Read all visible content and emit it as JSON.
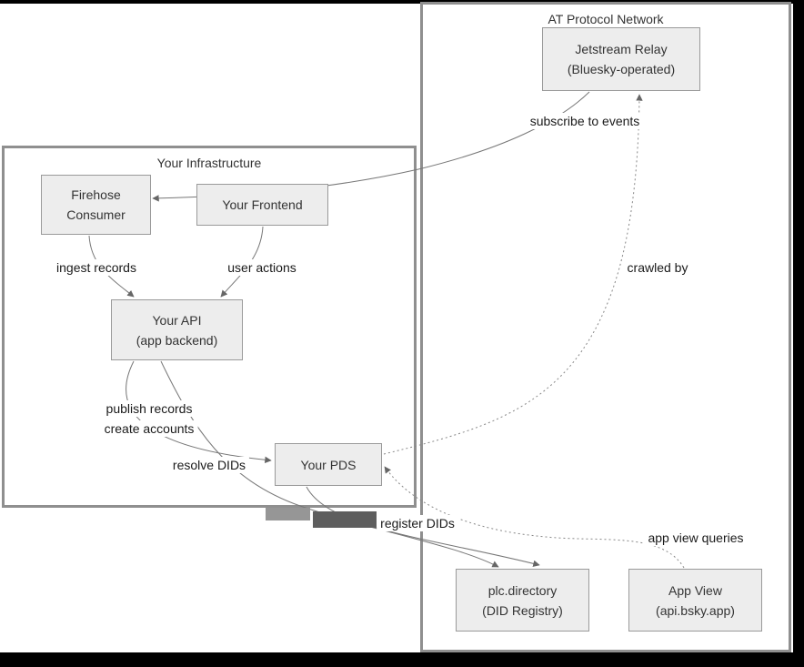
{
  "containers": {
    "at_network": {
      "title": "AT Protocol Network"
    },
    "your_infrastructure": {
      "title": "Your Infrastructure"
    }
  },
  "nodes": {
    "jetstream_relay": {
      "lines": [
        "Jetstream Relay",
        "(Bluesky-operated)"
      ]
    },
    "firehose_consumer": {
      "lines": [
        "Firehose",
        "Consumer"
      ]
    },
    "your_frontend": {
      "lines": [
        "Your Frontend"
      ]
    },
    "your_api": {
      "lines": [
        "Your API",
        "(app backend)"
      ]
    },
    "your_pds": {
      "lines": [
        "Your PDS"
      ]
    },
    "plc_directory": {
      "lines": [
        "plc.directory",
        "(DID Registry)"
      ]
    },
    "app_view": {
      "lines": [
        "App View",
        "(api.bsky.app)"
      ]
    }
  },
  "edges": [
    {
      "from": "jetstream_relay",
      "to": "firehose_consumer",
      "label": "subscribe to events",
      "style": "solid"
    },
    {
      "from": "your_pds",
      "to": "jetstream_relay",
      "label": "crawled by",
      "style": "dotted"
    },
    {
      "from": "firehose_consumer",
      "to": "your_api",
      "label": "ingest records",
      "style": "solid"
    },
    {
      "from": "your_frontend",
      "to": "your_api",
      "label": "user actions",
      "style": "solid"
    },
    {
      "from": "your_api",
      "to": "your_pds",
      "label": "publish records",
      "label2": "create accounts",
      "style": "solid"
    },
    {
      "from": "your_api",
      "to": "plc_directory",
      "label": "resolve DIDs",
      "style": "solid"
    },
    {
      "from": "your_pds",
      "to": "plc_directory",
      "label": "register DIDs",
      "style": "solid"
    },
    {
      "from": "app_view",
      "to": "your_pds",
      "label": "app view queries",
      "style": "dotted"
    }
  ],
  "colors": {
    "outer_background": "#000000",
    "canvas": "#ffffff",
    "container_border": "#8f8f8f",
    "node_fill": "#ededed",
    "node_border": "#9a9a9a",
    "edge": "#777777",
    "text": "#333333"
  }
}
